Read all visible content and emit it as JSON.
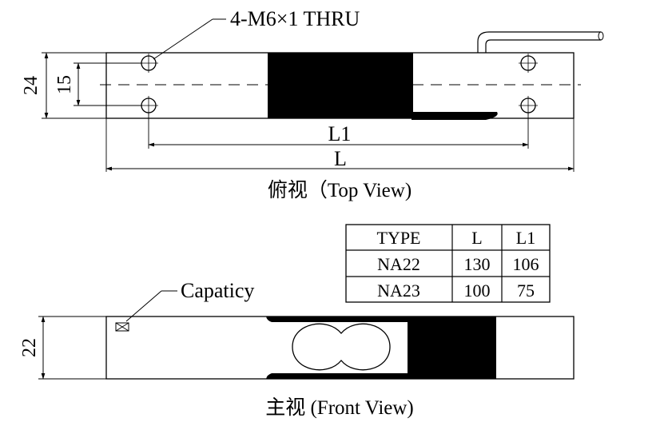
{
  "top_view": {
    "hole_callout": "4-M6×1 THRU",
    "dim_24": "24",
    "dim_15": "15",
    "dim_L1": "L1",
    "dim_L": "L",
    "caption": "俯视（Top View)"
  },
  "front_view": {
    "capacity_label": "Capaticy",
    "dim_22": "22",
    "caption": "主视 (Front View)"
  },
  "table": {
    "headers": [
      "TYPE",
      "L",
      "L1"
    ],
    "rows": [
      [
        "NA22",
        "130",
        "106"
      ],
      [
        "NA23",
        "100",
        "75"
      ]
    ]
  }
}
